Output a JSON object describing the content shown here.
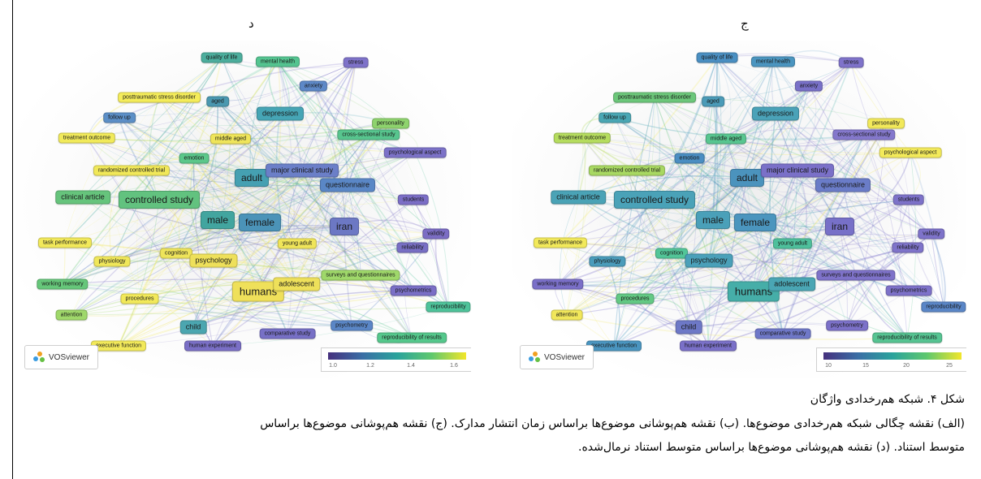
{
  "panels": [
    {
      "letter": "د",
      "legend_ticks": [
        "1.0",
        "1.2",
        "1.4",
        "1.6"
      ],
      "legend_colors": [
        "#46317e",
        "#3a6ea5",
        "#2aa39c",
        "#5fc86e",
        "#f2e62a"
      ],
      "nodes": [
        {
          "label": "quality of life",
          "color": "#4cae9d"
        },
        {
          "label": "mental health",
          "color": "#54c490"
        },
        {
          "label": "stress",
          "color": "#7e72c9"
        },
        {
          "label": "anxiety",
          "color": "#5d88c7"
        },
        {
          "label": "posttraumatic stress disorder",
          "color": "#f4ec5a"
        },
        {
          "label": "aged",
          "color": "#4a98b0"
        },
        {
          "label": "depression",
          "color": "#46a5b5"
        },
        {
          "label": "follow up",
          "color": "#5c8fc7"
        },
        {
          "label": "personality",
          "color": "#8ed36d"
        },
        {
          "label": "middle aged",
          "color": "#efe55a"
        },
        {
          "label": "cross-sectional study",
          "color": "#57c58e"
        },
        {
          "label": "treatment outcome",
          "color": "#f1ea5a"
        },
        {
          "label": "psychological aspect",
          "color": "#7c72c8"
        },
        {
          "label": "emotion",
          "color": "#5bc78a"
        },
        {
          "label": "randomized controlled trial",
          "color": "#f1e859"
        },
        {
          "label": "adult",
          "color": "#45a0b2"
        },
        {
          "label": "major clinical study",
          "color": "#6b7fc8"
        },
        {
          "label": "questionnaire",
          "color": "#5a87c6"
        },
        {
          "label": "clinical article",
          "color": "#66c47c"
        },
        {
          "label": "controlled study",
          "color": "#62c27f"
        },
        {
          "label": "students",
          "color": "#7b6ec6"
        },
        {
          "label": "male",
          "color": "#42a59f"
        },
        {
          "label": "female",
          "color": "#4b93b8"
        },
        {
          "label": "iran",
          "color": "#6c78c4"
        },
        {
          "label": "validity",
          "color": "#7b6dc4"
        },
        {
          "label": "young adult",
          "color": "#f0e55a"
        },
        {
          "label": "reliability",
          "color": "#786fc4"
        },
        {
          "label": "task performance",
          "color": "#f2e95a"
        },
        {
          "label": "cognition",
          "color": "#eee45a"
        },
        {
          "label": "physiology",
          "color": "#f0e75a"
        },
        {
          "label": "psychology",
          "color": "#eee05a"
        },
        {
          "label": "surveys and questionnaires",
          "color": "#9fd86a"
        },
        {
          "label": "working memory",
          "color": "#66c77a"
        },
        {
          "label": "humans",
          "color": "#efe05a"
        },
        {
          "label": "adolescent",
          "color": "#eee05a"
        },
        {
          "label": "psychometrics",
          "color": "#7a6fc6"
        },
        {
          "label": "procedures",
          "color": "#f2e95a"
        },
        {
          "label": "reproducibility",
          "color": "#4ec39a"
        },
        {
          "label": "attention",
          "color": "#9fd86a"
        },
        {
          "label": "child",
          "color": "#4ba6b0"
        },
        {
          "label": "psychometry",
          "color": "#5a86c6"
        },
        {
          "label": "comparative study",
          "color": "#7770c6"
        },
        {
          "label": "reproducibility of results",
          "color": "#55c88c"
        },
        {
          "label": "executive function",
          "color": "#f2e95a"
        },
        {
          "label": "human experiment",
          "color": "#7a6fc6"
        }
      ]
    },
    {
      "letter": "ج",
      "legend_ticks": [
        "10",
        "15",
        "20",
        "25"
      ],
      "legend_colors": [
        "#46317e",
        "#3a6ea5",
        "#2aa39c",
        "#5fc86e",
        "#f2e62a"
      ],
      "nodes": [
        {
          "label": "quality of life",
          "color": "#4a8fc2"
        },
        {
          "label": "mental health",
          "color": "#4b95c0"
        },
        {
          "label": "stress",
          "color": "#7f73ca"
        },
        {
          "label": "anxiety",
          "color": "#7870c8"
        },
        {
          "label": "posttraumatic stress disorder",
          "color": "#6cc77a"
        },
        {
          "label": "aged",
          "color": "#4b9bb8"
        },
        {
          "label": "depression",
          "color": "#4aa2b8"
        },
        {
          "label": "follow up",
          "color": "#4aa7b4"
        },
        {
          "label": "personality",
          "color": "#f2e95a"
        },
        {
          "label": "middle aged",
          "color": "#58c690"
        },
        {
          "label": "cross-sectional study",
          "color": "#8478cc"
        },
        {
          "label": "treatment outcome",
          "color": "#b5dc5e"
        },
        {
          "label": "psychological aspect",
          "color": "#f3ea5a"
        },
        {
          "label": "emotion",
          "color": "#4a8ec2"
        },
        {
          "label": "randomized controlled trial",
          "color": "#a8d862"
        },
        {
          "label": "adult",
          "color": "#4b93bd"
        },
        {
          "label": "major clinical study",
          "color": "#7a70c8"
        },
        {
          "label": "questionnaire",
          "color": "#6a7cc8"
        },
        {
          "label": "clinical article",
          "color": "#4aa3b6"
        },
        {
          "label": "controlled study",
          "color": "#4aa2b8"
        },
        {
          "label": "students",
          "color": "#7d72c9"
        },
        {
          "label": "male",
          "color": "#4aa0b9"
        },
        {
          "label": "female",
          "color": "#4b95be"
        },
        {
          "label": "iran",
          "color": "#7770c8"
        },
        {
          "label": "validity",
          "color": "#7e73ca"
        },
        {
          "label": "young adult",
          "color": "#4ec09c"
        },
        {
          "label": "reliability",
          "color": "#7f74ca"
        },
        {
          "label": "task performance",
          "color": "#f2e95a"
        },
        {
          "label": "cognition",
          "color": "#52c598"
        },
        {
          "label": "physiology",
          "color": "#4a9cbb"
        },
        {
          "label": "psychology",
          "color": "#4aa0b9"
        },
        {
          "label": "surveys and questionnaires",
          "color": "#7e72c9"
        },
        {
          "label": "working memory",
          "color": "#7a6fc8"
        },
        {
          "label": "humans",
          "color": "#46aea8"
        },
        {
          "label": "adolescent",
          "color": "#4aa6b4"
        },
        {
          "label": "psychometrics",
          "color": "#7d71c9"
        },
        {
          "label": "procedures",
          "color": "#63c984"
        },
        {
          "label": "reproducibility",
          "color": "#5a86c7"
        },
        {
          "label": "attention",
          "color": "#f1e75a"
        },
        {
          "label": "child",
          "color": "#6d78c7"
        },
        {
          "label": "psychometry",
          "color": "#7c71c9"
        },
        {
          "label": "comparative study",
          "color": "#6f78c8"
        },
        {
          "label": "reproducibility of results",
          "color": "#56c492"
        },
        {
          "label": "executive function",
          "color": "#4a95c0"
        },
        {
          "label": "human experiment",
          "color": "#7a70c8"
        }
      ]
    }
  ],
  "logo_text": "VOSviewer",
  "caption": {
    "title": "شکل ۴. شبکه هم‌رخدادی واژگان",
    "line1": "(الف) نقشه چگالی شبکه هم‌رخدادی موضوع‌ها. (ب) نقشه هم‌پوشانی موضوع‌ها براساس زمان انتشار مدارک. (ج) نقشه هم‌پوشانی موضوع‌ها براساس",
    "line2": "متوسط استناد. (د) نقشه هم‌پوشانی موضوع‌ها براساس متوسط استناد نرمال‌شده."
  }
}
